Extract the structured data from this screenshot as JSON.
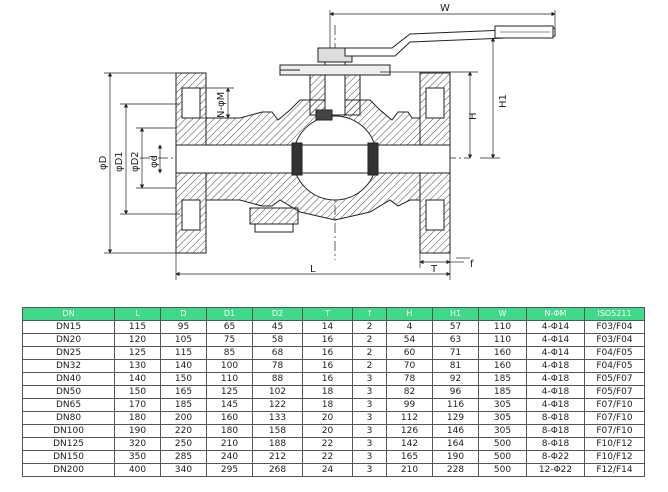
{
  "drawing": {
    "labels": {
      "w": "W",
      "h": "H",
      "h1": "H1",
      "d": "φD",
      "d1": "φD1",
      "d2": "φD2",
      "d_bore": "φd",
      "holes": "N-φM",
      "l": "L",
      "t": "T",
      "f": "f"
    }
  },
  "table": {
    "headers": [
      "DN",
      "L",
      "D",
      "D1",
      "D2",
      "T",
      "f",
      "H",
      "H1",
      "W",
      "N-ΦM",
      "ISO5211"
    ],
    "rows": [
      [
        "DN15",
        "115",
        "95",
        "65",
        "45",
        "14",
        "2",
        "4",
        "57",
        "110",
        "4-Φ14",
        "F03/F04"
      ],
      [
        "DN20",
        "120",
        "105",
        "75",
        "58",
        "16",
        "2",
        "54",
        "63",
        "110",
        "4-Φ14",
        "F03/F04"
      ],
      [
        "DN25",
        "125",
        "115",
        "85",
        "68",
        "16",
        "2",
        "60",
        "71",
        "160",
        "4-Φ14",
        "F04/F05"
      ],
      [
        "DN32",
        "130",
        "140",
        "100",
        "78",
        "16",
        "2",
        "70",
        "81",
        "160",
        "4-Φ18",
        "F04/F05"
      ],
      [
        "DN40",
        "140",
        "150",
        "110",
        "88",
        "16",
        "3",
        "78",
        "92",
        "185",
        "4-Φ18",
        "F05/F07"
      ],
      [
        "DN50",
        "150",
        "165",
        "125",
        "102",
        "18",
        "3",
        "82",
        "96",
        "185",
        "4-Φ18",
        "F05/F07"
      ],
      [
        "DN65",
        "170",
        "185",
        "145",
        "122",
        "18",
        "3",
        "99",
        "116",
        "305",
        "4-Φ18",
        "F07/F10"
      ],
      [
        "DN80",
        "180",
        "200",
        "160",
        "133",
        "20",
        "3",
        "112",
        "129",
        "305",
        "8-Φ18",
        "F07/F10"
      ],
      [
        "DN100",
        "190",
        "220",
        "180",
        "158",
        "20",
        "3",
        "126",
        "146",
        "305",
        "8-Φ18",
        "F07/F10"
      ],
      [
        "DN125",
        "320",
        "250",
        "210",
        "188",
        "22",
        "3",
        "142",
        "164",
        "500",
        "8-Φ18",
        "F10/F12"
      ],
      [
        "DN150",
        "350",
        "285",
        "240",
        "212",
        "22",
        "3",
        "165",
        "190",
        "500",
        "8-Φ22",
        "F10/F12"
      ],
      [
        "DN200",
        "400",
        "340",
        "295",
        "268",
        "24",
        "3",
        "210",
        "228",
        "500",
        "12-Φ22",
        "F12/F14"
      ]
    ]
  }
}
